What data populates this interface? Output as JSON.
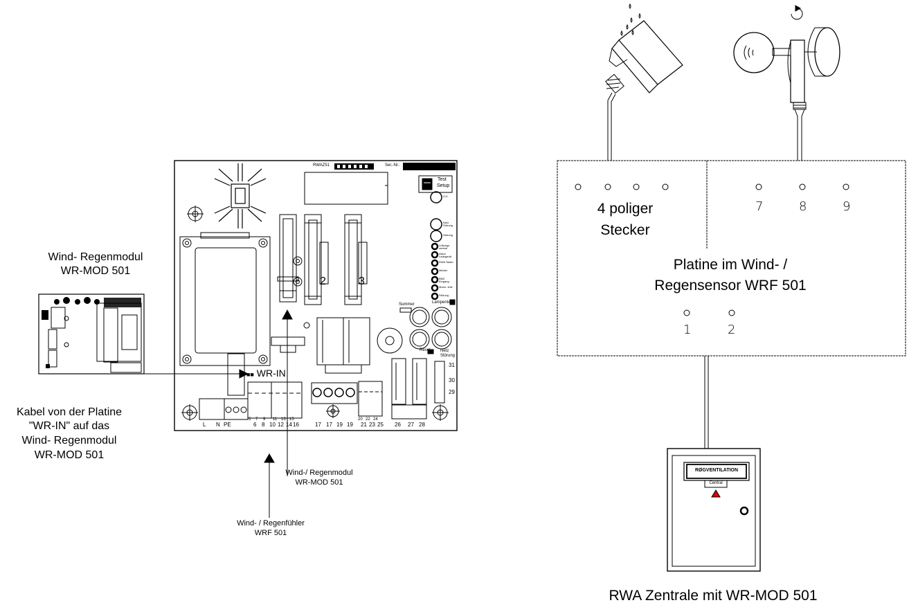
{
  "module": {
    "title_line1": "Wind- Regenmodul",
    "title_line2": "WR-MOD 501"
  },
  "cable_note": {
    "line1": "Kabel von der Platine",
    "line2": "\"WR-IN\" auf das",
    "line3": "Wind- Regenmodul",
    "line4": "WR-MOD 501"
  },
  "mainboard": {
    "model": "RWAZ51",
    "serial_label": "Ser.-Nr.:",
    "test_label_1": "Test",
    "test_label_2": "Setup",
    "wr_in_label": "WR-IN",
    "slot2": "2",
    "slot3": "3",
    "right_terminals": [
      "31",
      "30",
      "29"
    ],
    "bottom_labels_top": [
      "5",
      "7",
      "9",
      "11",
      "13",
      "15",
      "20",
      "22",
      "24"
    ],
    "bottom_labels": [
      "L",
      "N",
      "PE",
      "6",
      "8",
      "10",
      "12",
      "14",
      "16",
      "17",
      "17",
      "19",
      "19",
      "21",
      "23",
      "25",
      "26",
      "27",
      "28"
    ],
    "led_labels": [
      "O.K.",
      "Netz Störung",
      "Störung",
      "Lüftungs zentral",
      "Akku/ Ladegerät",
      "RWA Taster",
      "Melder",
      "BMZ Eingang",
      "Motor- linie",
      "Störung"
    ],
    "summer_label": "Summer",
    "lampentest_label": "Lampentest",
    "reset_label": "Reset",
    "netz_stoerung_label": "Netz Störung"
  },
  "arrow_upper": {
    "line1": "Wind-/ Regenmodul",
    "line2": "WR-MOD 501"
  },
  "arrow_lower": {
    "line1": "Wind- / Regenfühler",
    "line2": "WRF 501"
  },
  "sensor": {
    "plug_line1": "4 poliger",
    "plug_line2": "Stecker",
    "pins_top": [
      "7",
      "8",
      "9"
    ],
    "pins_bottom": [
      "1",
      "2"
    ],
    "title_line1": "Platine im Wind- /",
    "title_line2": "Regensensor WRF 501"
  },
  "cabinet": {
    "sign": "RØGVENTILATION",
    "sub": "Central"
  },
  "central_caption": "RWA Zentrale mit WR-MOD 501"
}
